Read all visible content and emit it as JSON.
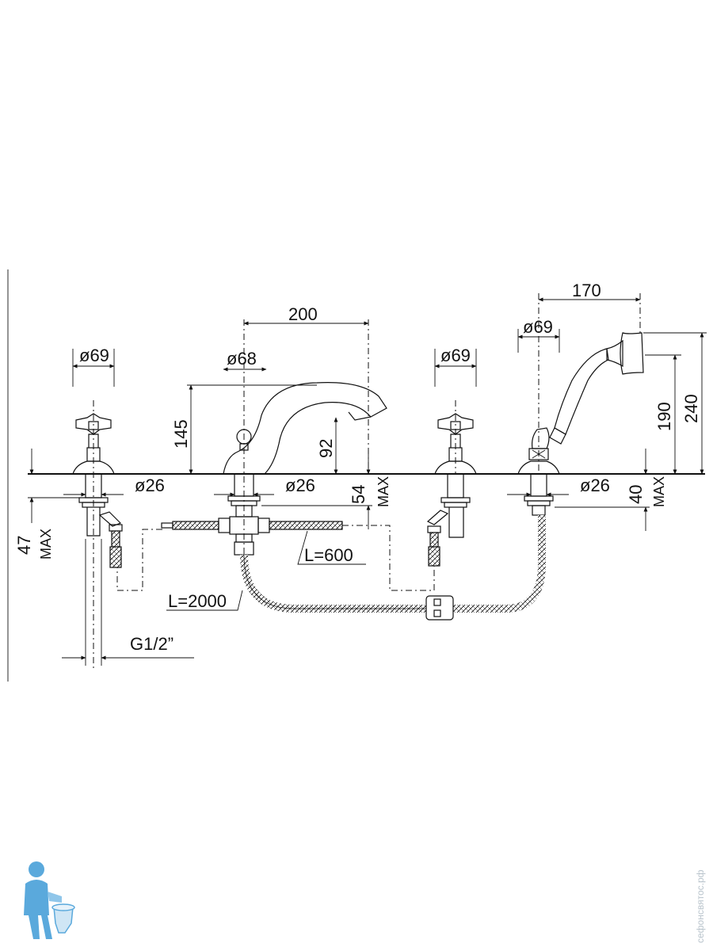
{
  "dimensions": {
    "d69_left": "ø69",
    "d68": "ø68",
    "w200": "200",
    "d69_mid": "ø69",
    "w170": "170",
    "d69_right": "ø69",
    "h145": "145",
    "h92": "92",
    "d26_a": "ø26",
    "d26_b": "ø26",
    "d26_c": "ø26",
    "h54": "54",
    "max_54": "MAX",
    "h47": "47",
    "max_47": "MAX",
    "h190": "190",
    "h240": "240",
    "h40": "40",
    "max_40": "MAX",
    "l600": "L=600",
    "l2000": "L=2000",
    "thread": "G1/2”"
  },
  "watermark": {
    "text": "сефонсвятос.рф"
  },
  "colors": {
    "line": "#111111",
    "background": "#ffffff",
    "watermark": "#b9c4cc",
    "logo_blue": "#5aa9dc"
  }
}
